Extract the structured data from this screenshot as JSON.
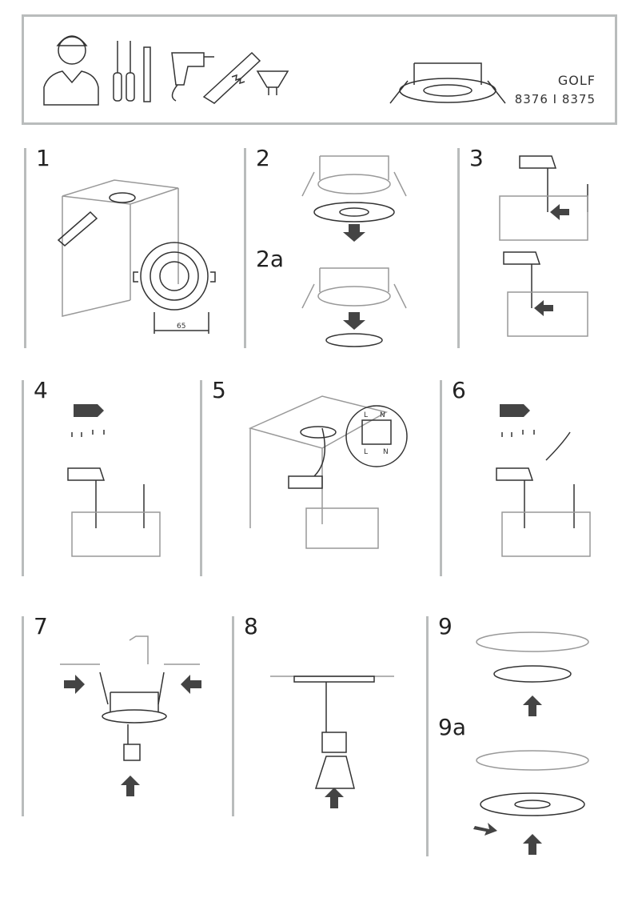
{
  "header": {
    "title": "GOLF",
    "codes": "8376 I 8375",
    "icons": [
      "electrician-icon",
      "screwdriver-icon",
      "drill-icon",
      "saw-icon",
      "bulb-icon",
      "downlight-icon"
    ]
  },
  "steps": [
    {
      "label": "1",
      "dimension": "65"
    },
    {
      "label": "2",
      "sub_label": "2a"
    },
    {
      "label": "3"
    },
    {
      "label": "4"
    },
    {
      "label": "5",
      "terminal_top": [
        "L",
        "N"
      ],
      "terminal_bottom": [
        "L",
        "N"
      ]
    },
    {
      "label": "6"
    },
    {
      "label": "7"
    },
    {
      "label": "8"
    },
    {
      "label": "9",
      "sub_label": "9a"
    }
  ]
}
